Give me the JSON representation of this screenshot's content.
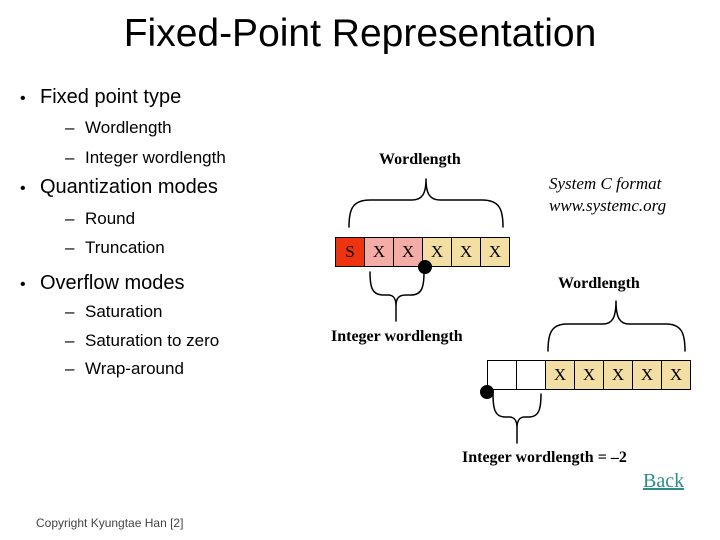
{
  "slide": {
    "title": "Fixed-Point Representation",
    "footer": {
      "copyright": "Copyright Kyungtae Han [2]"
    },
    "back": {
      "label": "Back"
    }
  },
  "markers": {
    "bullet": "•",
    "dash": "–"
  },
  "bullets": [
    {
      "label": "Fixed point type",
      "subitems": [
        "Wordlength",
        "Integer wordlength"
      ]
    },
    {
      "label": "Quantization modes",
      "subitems": [
        "Round",
        "Truncation"
      ]
    },
    {
      "label": "Overflow modes",
      "subitems": [
        "Saturation",
        "Saturation to zero",
        "Wrap-around"
      ]
    }
  ],
  "note": {
    "line1": "System C format",
    "line2": "www.systemc.org"
  },
  "diagram1": {
    "wordlength_label": "Wordlength",
    "integer_label": "Integer wordlength",
    "cells": [
      {
        "text": "S",
        "style": "background:#ee3311"
      },
      {
        "text": "X",
        "style": "background:#f3ada6"
      },
      {
        "text": "X",
        "style": "background:#f3ada6"
      },
      {
        "text": "X",
        "style": "background:#f3dfa4"
      },
      {
        "text": "X",
        "style": "background:#f3dfa4"
      },
      {
        "text": "X",
        "style": "background:#f3dfa4"
      }
    ]
  },
  "diagram2": {
    "wordlength_label": "Wordlength",
    "integer_label": "Integer wordlength = –2",
    "cells": [
      {
        "text": "",
        "style": "background:#ffffff"
      },
      {
        "text": "",
        "style": "background:#ffffff"
      },
      {
        "text": "X",
        "style": "background:#f3dfa4"
      },
      {
        "text": "X",
        "style": "background:#f3dfa4"
      },
      {
        "text": "X",
        "style": "background:#f3dfa4"
      },
      {
        "text": "X",
        "style": "background:#f3dfa4"
      },
      {
        "text": "X",
        "style": "background:#f3dfa4"
      }
    ]
  },
  "colors": {
    "sign_cell": "#ee3311",
    "integer_cells": "#f3ada6",
    "fraction_cells": "#f3dfa4",
    "empty_cells": "#ffffff",
    "back_link": "#2e8b8b",
    "text": "#000000",
    "background": "#ffffff"
  }
}
